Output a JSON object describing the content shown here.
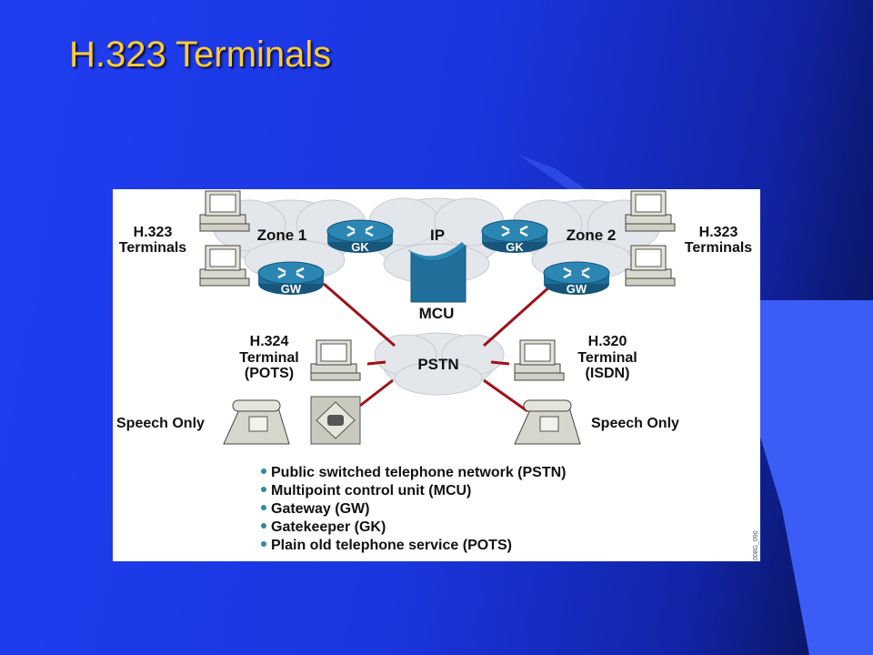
{
  "slide": {
    "title": "H.323 Terminals",
    "colors": {
      "background": "#1f3ef0",
      "title": "#ffcc33",
      "accent_shape": "#3b5cf5",
      "link": "#a0101a",
      "router": "#1f6f9a"
    }
  },
  "diagram": {
    "left_terminals_label": [
      "H.323",
      "Terminals"
    ],
    "right_terminals_label": [
      "H.323",
      "Terminals"
    ],
    "zone1": "Zone 1",
    "zone2": "Zone 2",
    "ip": "IP",
    "gk_label": "GK",
    "gw_label": "GW",
    "mcu": "MCU",
    "pstn": "PSTN",
    "h324_label": [
      "H.324",
      "Terminal",
      "(POTS)"
    ],
    "h320_label": [
      "H.320",
      "Terminal",
      "(ISDN)"
    ],
    "speech_left": "Speech Only",
    "speech_right": "Speech Only",
    "figure_id": "008G_090",
    "legend": [
      "Public switched telephone network (PSTN)",
      "Multipoint control unit (MCU)",
      "Gateway (GW)",
      "Gatekeeper (GK)",
      "Plain old telephone service (POTS)"
    ]
  }
}
